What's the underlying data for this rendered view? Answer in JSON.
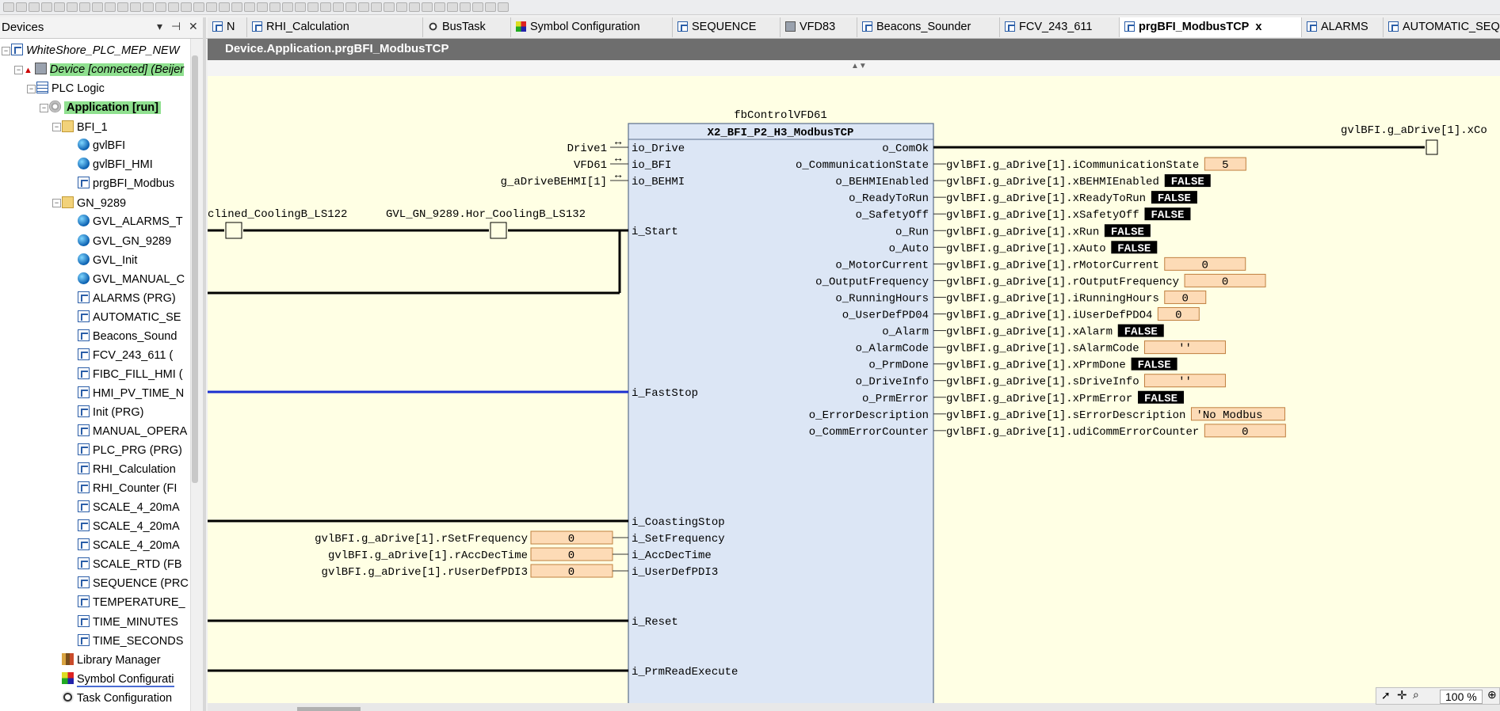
{
  "devices_panel": {
    "title": "Devices",
    "pin": "▾ ⊣ ✕"
  },
  "tree": [
    {
      "label": "WhiteShore_PLC_MEP_NEW",
      "icon": "project-icon",
      "level": 0
    },
    {
      "label": "Device [connected] (Beijer",
      "icon": "device-icon",
      "level": 1
    },
    {
      "label": "PLC Logic",
      "icon": "plc-logic-icon",
      "level": 2
    },
    {
      "label": "Application [run]",
      "icon": "application-icon",
      "level": 3
    },
    {
      "label": "BFI_1",
      "icon": "folder-icon",
      "level": 4
    },
    {
      "label": "gvlBFI",
      "icon": "gvl-icon",
      "level": 5
    },
    {
      "label": "gvlBFI_HMI",
      "icon": "gvl-icon",
      "level": 5
    },
    {
      "label": "prgBFI_Modbus",
      "icon": "program-icon",
      "level": 5
    },
    {
      "label": "GN_9289",
      "icon": "folder-icon",
      "level": 4
    },
    {
      "label": "GVL_ALARMS_T",
      "icon": "gvl-icon",
      "level": 5
    },
    {
      "label": "GVL_GN_9289",
      "icon": "gvl-icon",
      "level": 5
    },
    {
      "label": "GVL_Init",
      "icon": "gvl-icon",
      "level": 5
    },
    {
      "label": "GVL_MANUAL_C",
      "icon": "gvl-icon",
      "level": 5
    },
    {
      "label": "ALARMS (PRG)",
      "icon": "program-icon",
      "level": 5
    },
    {
      "label": "AUTOMATIC_SE",
      "icon": "program-icon",
      "level": 5
    },
    {
      "label": "Beacons_Sound",
      "icon": "program-icon",
      "level": 5
    },
    {
      "label": "FCV_243_611 (",
      "icon": "program-icon",
      "level": 5
    },
    {
      "label": "FIBC_FILL_HMI (",
      "icon": "program-icon",
      "level": 5
    },
    {
      "label": "HMI_PV_TIME_N",
      "icon": "program-icon",
      "level": 5
    },
    {
      "label": "Init (PRG)",
      "icon": "program-icon",
      "level": 5
    },
    {
      "label": "MANUAL_OPERA",
      "icon": "program-icon",
      "level": 5
    },
    {
      "label": "PLC_PRG (PRG)",
      "icon": "program-icon",
      "level": 5
    },
    {
      "label": "RHI_Calculation",
      "icon": "program-icon",
      "level": 5
    },
    {
      "label": "RHI_Counter (FI",
      "icon": "program-icon",
      "level": 5
    },
    {
      "label": "SCALE_4_20mA",
      "icon": "program-icon",
      "level": 5
    },
    {
      "label": "SCALE_4_20mA",
      "icon": "program-icon",
      "level": 5
    },
    {
      "label": "SCALE_4_20mA",
      "icon": "program-icon",
      "level": 5
    },
    {
      "label": "SCALE_RTD (FB",
      "icon": "program-icon",
      "level": 5
    },
    {
      "label": "SEQUENCE (PRC",
      "icon": "program-icon",
      "level": 5
    },
    {
      "label": "TEMPERATURE_",
      "icon": "program-icon",
      "level": 5
    },
    {
      "label": "TIME_MINUTES",
      "icon": "program-icon",
      "level": 5
    },
    {
      "label": "TIME_SECONDS",
      "icon": "program-icon",
      "level": 5
    },
    {
      "label": "Library Manager",
      "icon": "library-icon",
      "level": 4
    },
    {
      "label": "Symbol Configurati",
      "icon": "symbol-config-icon",
      "level": 4
    },
    {
      "label": "Task Configuration",
      "icon": "task-config-icon",
      "level": 4
    }
  ],
  "tabs": [
    {
      "label": "N",
      "icon": "program-icon"
    },
    {
      "label": "RHI_Calculation",
      "icon": "program-icon"
    },
    {
      "label": "BusTask",
      "icon": "task-icon"
    },
    {
      "label": "Symbol Configuration",
      "icon": "symbol-config-icon"
    },
    {
      "label": "SEQUENCE",
      "icon": "program-icon"
    },
    {
      "label": "VFD83",
      "icon": "device-icon"
    },
    {
      "label": "Beacons_Sounder",
      "icon": "program-icon"
    },
    {
      "label": "FCV_243_611",
      "icon": "program-icon"
    },
    {
      "label": "prgBFI_ModbusTCP",
      "icon": "program-icon",
      "active": true,
      "close": "x"
    },
    {
      "label": "ALARMS",
      "icon": "program-icon"
    },
    {
      "label": "AUTOMATIC_SEQUENCE",
      "icon": "program-icon"
    }
  ],
  "editor": {
    "title": "Device.Application.prgBFI_ModbusTCP",
    "instance_name": "fbControlVFD61",
    "fb_type": "X2_BFI_P2_H3_ModbusTCP",
    "top_right_var": "gvlBFI.g_aDrive[1].xCo",
    "contact1_label": "clined_CoolingB_LS122",
    "contact2_label": "GVL_GN_9289.Hor_CoolingB_LS132",
    "inout_inputs": [
      {
        "var": "Drive1",
        "pin": "io_Drive"
      },
      {
        "var": "VFD61",
        "pin": "io_BFI"
      },
      {
        "var": "g_aDriveBEHMI[1]",
        "pin": "io_BEHMI"
      }
    ],
    "inputs": [
      {
        "pin": "i_Start"
      },
      {
        "pin": "i_FastStop"
      },
      {
        "pin": "i_CoastingStop"
      },
      {
        "pin": "i_SetFrequency",
        "var": "gvlBFI.g_aDrive[1].rSetFrequency",
        "value": "0"
      },
      {
        "pin": "i_AccDecTime",
        "var": "gvlBFI.g_aDrive[1].rAccDecTime",
        "value": "0"
      },
      {
        "pin": "i_UserDefPDI3",
        "var": "gvlBFI.g_aDrive[1].rUserDefPDI3",
        "value": "0"
      },
      {
        "pin": "i_Reset"
      },
      {
        "pin": "i_PrmReadExecute"
      }
    ],
    "outputs": [
      {
        "pin": "o_ComOk",
        "var": "",
        "value": "",
        "kind": "coil"
      },
      {
        "pin": "o_CommunicationState",
        "var": "gvlBFI.g_aDrive[1].iCommunicationState",
        "value": "5",
        "kind": "num"
      },
      {
        "pin": "o_BEHMIEnabled",
        "var": "gvlBFI.g_aDrive[1].xBEHMIEnabled",
        "value": "FALSE",
        "kind": "bool"
      },
      {
        "pin": "o_ReadyToRun",
        "var": "gvlBFI.g_aDrive[1].xReadyToRun",
        "value": "FALSE",
        "kind": "bool"
      },
      {
        "pin": "o_SafetyOff",
        "var": "gvlBFI.g_aDrive[1].xSafetyOff",
        "value": "FALSE",
        "kind": "bool"
      },
      {
        "pin": "o_Run",
        "var": "gvlBFI.g_aDrive[1].xRun",
        "value": "FALSE",
        "kind": "bool"
      },
      {
        "pin": "o_Auto",
        "var": "gvlBFI.g_aDrive[1].xAuto",
        "value": "FALSE",
        "kind": "bool"
      },
      {
        "pin": "o_MotorCurrent",
        "var": "gvlBFI.g_aDrive[1].rMotorCurrent",
        "value": "0",
        "kind": "num"
      },
      {
        "pin": "o_OutputFrequency",
        "var": "gvlBFI.g_aDrive[1].rOutputFrequency",
        "value": "0",
        "kind": "num"
      },
      {
        "pin": "o_RunningHours",
        "var": "gvlBFI.g_aDrive[1].iRunningHours",
        "value": "0",
        "kind": "num"
      },
      {
        "pin": "o_UserDefPD04",
        "var": "gvlBFI.g_aDrive[1].iUserDefPDO4",
        "value": "0",
        "kind": "num"
      },
      {
        "pin": "o_Alarm",
        "var": "gvlBFI.g_aDrive[1].xAlarm",
        "value": "FALSE",
        "kind": "bool"
      },
      {
        "pin": "o_AlarmCode",
        "var": "gvlBFI.g_aDrive[1].sAlarmCode",
        "value": "''",
        "kind": "num"
      },
      {
        "pin": "o_PrmDone",
        "var": "gvlBFI.g_aDrive[1].xPrmDone",
        "value": "FALSE",
        "kind": "bool"
      },
      {
        "pin": "o_DriveInfo",
        "var": "gvlBFI.g_aDrive[1].sDriveInfo",
        "value": "''",
        "kind": "num"
      },
      {
        "pin": "o_PrmError",
        "var": "gvlBFI.g_aDrive[1].xPrmError",
        "value": "FALSE",
        "kind": "bool"
      },
      {
        "pin": "o_ErrorDescription",
        "var": "gvlBFI.g_aDrive[1].sErrorDescription",
        "value": "'No Modbus",
        "kind": "num"
      },
      {
        "pin": "o_CommErrorCounter",
        "var": "gvlBFI.g_aDrive[1].udiCommErrorCounter",
        "value": "0",
        "kind": "num"
      }
    ]
  },
  "zoom": "100 %",
  "colors": {
    "canvas": "#ffffe4",
    "fb_body": "#dce6f5",
    "value_box": "#fddbb6",
    "bool_box": "#000000",
    "fast_stop_wire": "#1a2fd0"
  }
}
